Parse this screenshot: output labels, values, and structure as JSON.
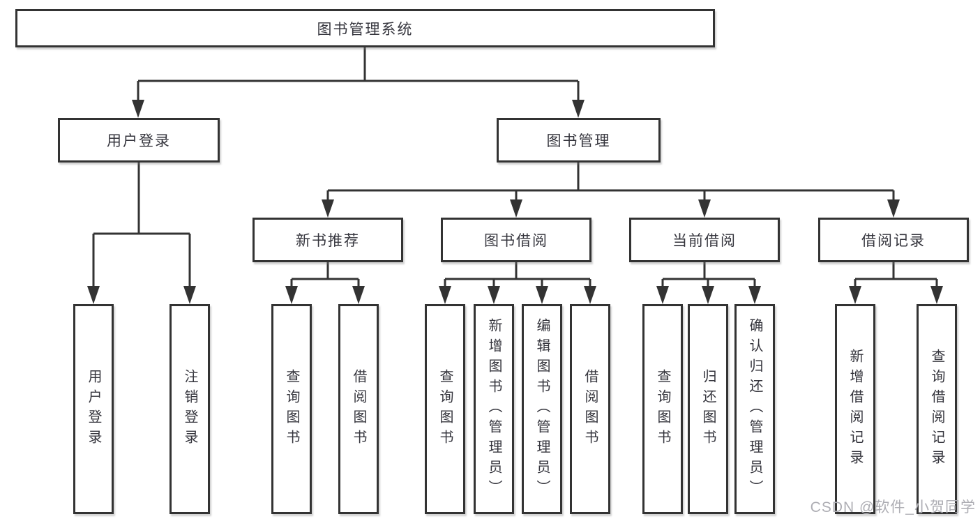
{
  "title": "图书管理系统",
  "tree": {
    "label": "图书管理系统",
    "children": [
      {
        "label": "用户登录",
        "children": [
          {
            "label": "用户登录"
          },
          {
            "label": "注销登录"
          }
        ]
      },
      {
        "label": "图书管理",
        "children": [
          {
            "label": "新书推荐",
            "children": [
              {
                "label": "查询图书"
              },
              {
                "label": "借阅图书"
              }
            ]
          },
          {
            "label": "图书借阅",
            "children": [
              {
                "label": "查询图书"
              },
              {
                "label": "新增图书（管理员）"
              },
              {
                "label": "编辑图书（管理员）"
              },
              {
                "label": "借阅图书"
              }
            ]
          },
          {
            "label": "当前借阅",
            "children": [
              {
                "label": "查询图书"
              },
              {
                "label": "归还图书"
              },
              {
                "label": "确认归还（管理员）"
              }
            ]
          },
          {
            "label": "借阅记录",
            "children": [
              {
                "label": "新增借阅记录"
              },
              {
                "label": "查询借阅记录"
              }
            ]
          }
        ]
      }
    ]
  },
  "watermark": "CSDN @软件_小贺同学",
  "colors": {
    "line": "#333333",
    "text": "#35353d",
    "watermark": "#aeaeb4",
    "background": "#ffffff"
  }
}
